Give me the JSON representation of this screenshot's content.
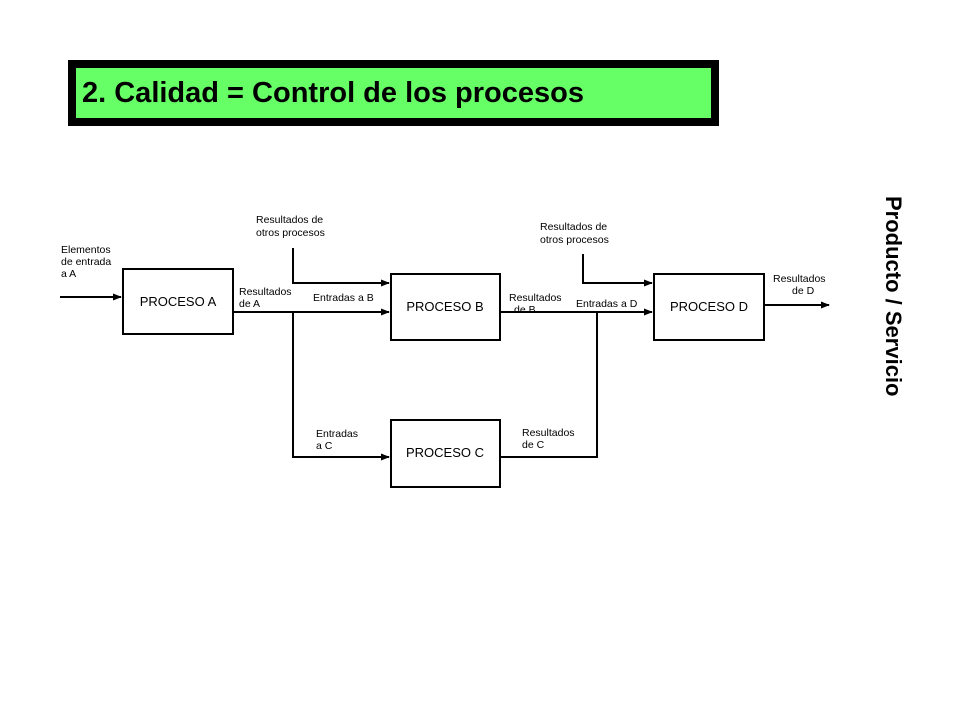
{
  "title": "2. Calidad = Control de los procesos",
  "side_label": "Producto / Servicio",
  "processes": {
    "a": "PROCESO A",
    "b": "PROCESO B",
    "c": "PROCESO C",
    "d": "PROCESO D"
  },
  "labels": {
    "entrada_a": [
      "Elementos",
      "de entrada",
      "a A"
    ],
    "resultados_a": [
      "Resultados",
      "de A"
    ],
    "otros_b": [
      "Resultados de",
      "otros procesos"
    ],
    "entradas_b": [
      "Entradas a B"
    ],
    "resultados_b": [
      "Resultados",
      "de B"
    ],
    "otros_d": [
      "Resultados de",
      "otros procesos"
    ],
    "entradas_d": [
      "Entradas a D"
    ],
    "resultados_d": [
      "Resultados",
      "de D"
    ],
    "entradas_c": [
      "Entradas",
      "a C"
    ],
    "resultados_c": [
      "Resultados",
      "de C"
    ]
  }
}
